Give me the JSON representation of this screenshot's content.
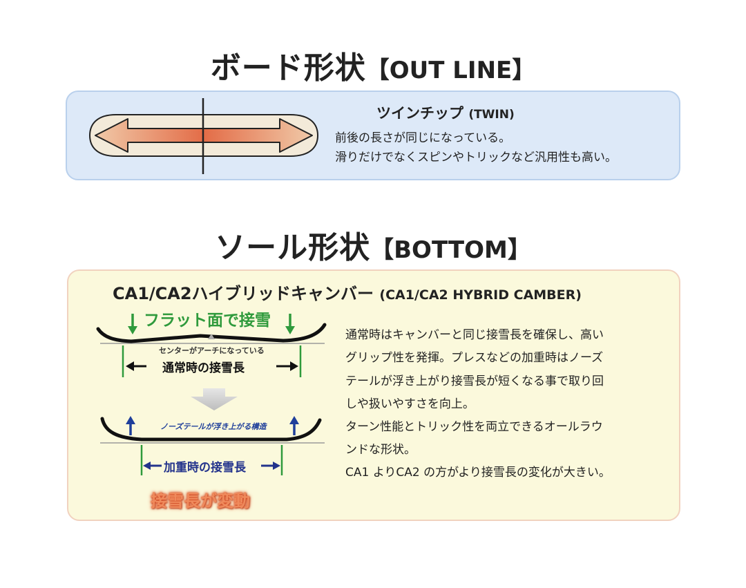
{
  "outline_section": {
    "heading": "ボード形状",
    "heading_en": "【OUT LINE】",
    "shape_title": "ツインチップ",
    "shape_title_en": "(TWIN)",
    "lines": [
      "前後の長さが同じになっている。",
      "滑りだけでなくスピンやトリックなど汎用性も高い。"
    ]
  },
  "bottom_section": {
    "heading": "ソール形状",
    "heading_en": "【BOTTOM】",
    "profile_title": "CA1/CA2ハイブリッドキャンバー",
    "profile_title_en": "(CA1/CA2 HYBRID CAMBER)",
    "diagram": {
      "flat_label": "フラット面で接雪",
      "arch_label": "センターがアーチになっている",
      "normal_length": "通常時の接雪長",
      "nose_label": "ノーズテールが浮き上がる構造",
      "loaded_length": "加重時の接雪長",
      "vary_label": "接雪長が変動"
    },
    "description": [
      "通常時はキャンバーと同じ接雪長を確保し、高い",
      "グリップ性を発揮。プレスなどの加重時はノーズ",
      "テールが浮き上がり接雪長が短くなる事で取り回",
      "しや扱いやすさを向上。",
      "ターン性能とトリック性を両立できるオールラウ",
      "ンドな形状。",
      "CA1 よりCA2 の方がより接雪長の変化が大きい。"
    ]
  },
  "colors": {
    "outline_panel": "#dde9f8",
    "bottom_panel": "#fbf9dc",
    "flat_green": "#2f9a3c",
    "loaded_blue": "#23338c",
    "vary_orange": "#ef8a5c"
  }
}
